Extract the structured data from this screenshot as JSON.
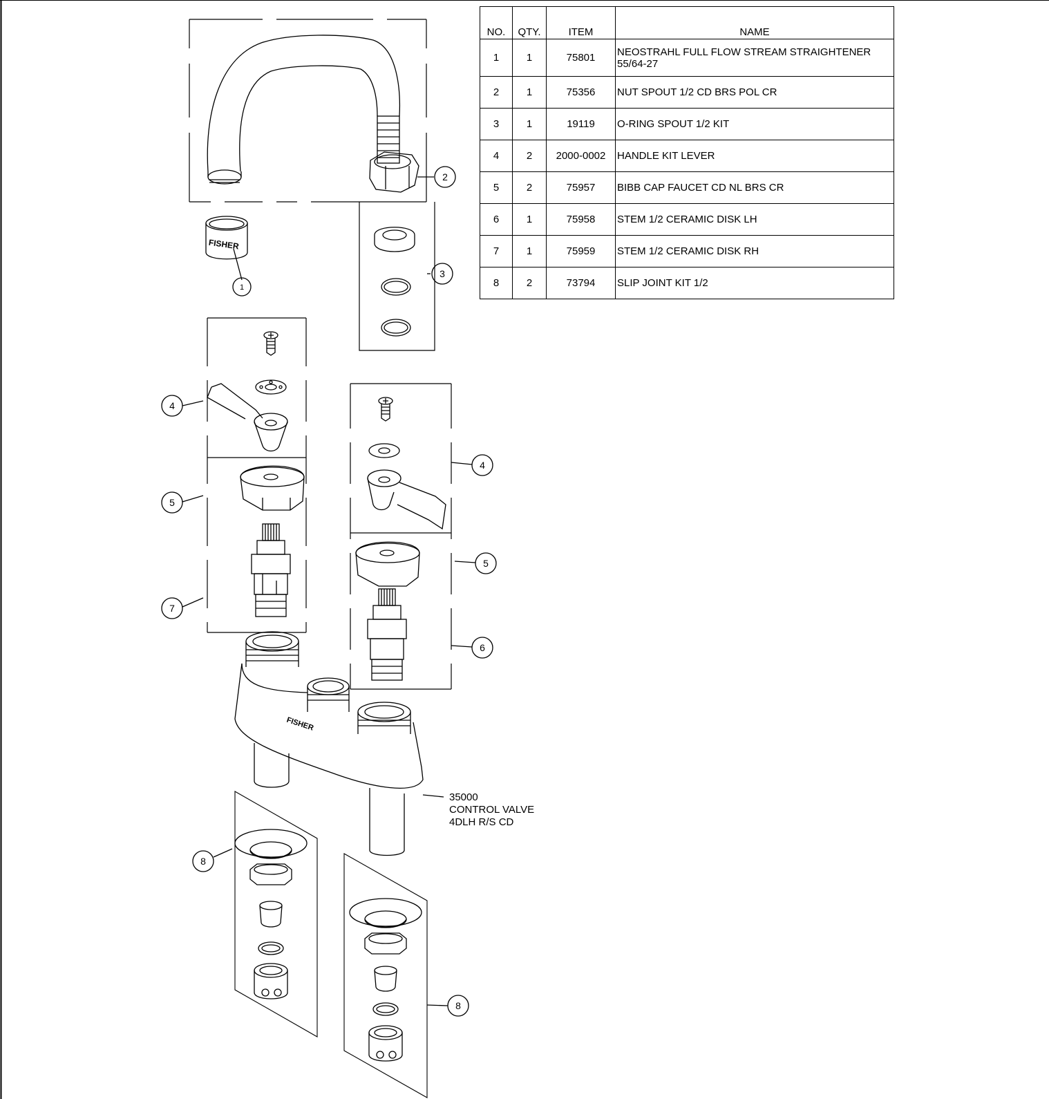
{
  "parts_table": {
    "headers": {
      "no": "NO.",
      "qty": "QTY.",
      "item": "ITEM",
      "name": "NAME"
    },
    "rows": [
      {
        "no": "1",
        "qty": "1",
        "item": "75801",
        "name_line1": "NEOSTRAHL FULL FLOW STREAM STRAIGHTENER",
        "name_line2": "55/64-27"
      },
      {
        "no": "2",
        "qty": "1",
        "item": "75356",
        "name_line1": "NUT SPOUT 1/2 CD BRS POL CR",
        "name_line2": ""
      },
      {
        "no": "3",
        "qty": "1",
        "item": "19119",
        "name_line1": "O-RING SPOUT 1/2 KIT",
        "name_line2": ""
      },
      {
        "no": "4",
        "qty": "2",
        "item": "2000-0002",
        "name_line1": "HANDLE KIT LEVER",
        "name_line2": ""
      },
      {
        "no": "5",
        "qty": "2",
        "item": "75957",
        "name_line1": "BIBB CAP FAUCET CD NL BRS CR",
        "name_line2": ""
      },
      {
        "no": "6",
        "qty": "1",
        "item": "75958",
        "name_line1": "STEM 1/2 CERAMIC DISK LH",
        "name_line2": ""
      },
      {
        "no": "7",
        "qty": "1",
        "item": "75959",
        "name_line1": "STEM 1/2 CERAMIC DISK RH",
        "name_line2": ""
      },
      {
        "no": "8",
        "qty": "2",
        "item": "73794",
        "name_line1": "SLIP JOINT KIT 1/2",
        "name_line2": ""
      }
    ]
  },
  "callouts": {
    "c1": "1",
    "c2": "2",
    "c3": "3",
    "c4_left": "4",
    "c4_right": "4",
    "c5_left": "5",
    "c5_right": "5",
    "c6": "6",
    "c7": "7",
    "c8_left": "8",
    "c8_right": "8"
  },
  "body_label": {
    "line1": "35000",
    "line2": "CONTROL VALVE",
    "line3": "4DLH R/S CD"
  },
  "brand_mark": "FISHER"
}
